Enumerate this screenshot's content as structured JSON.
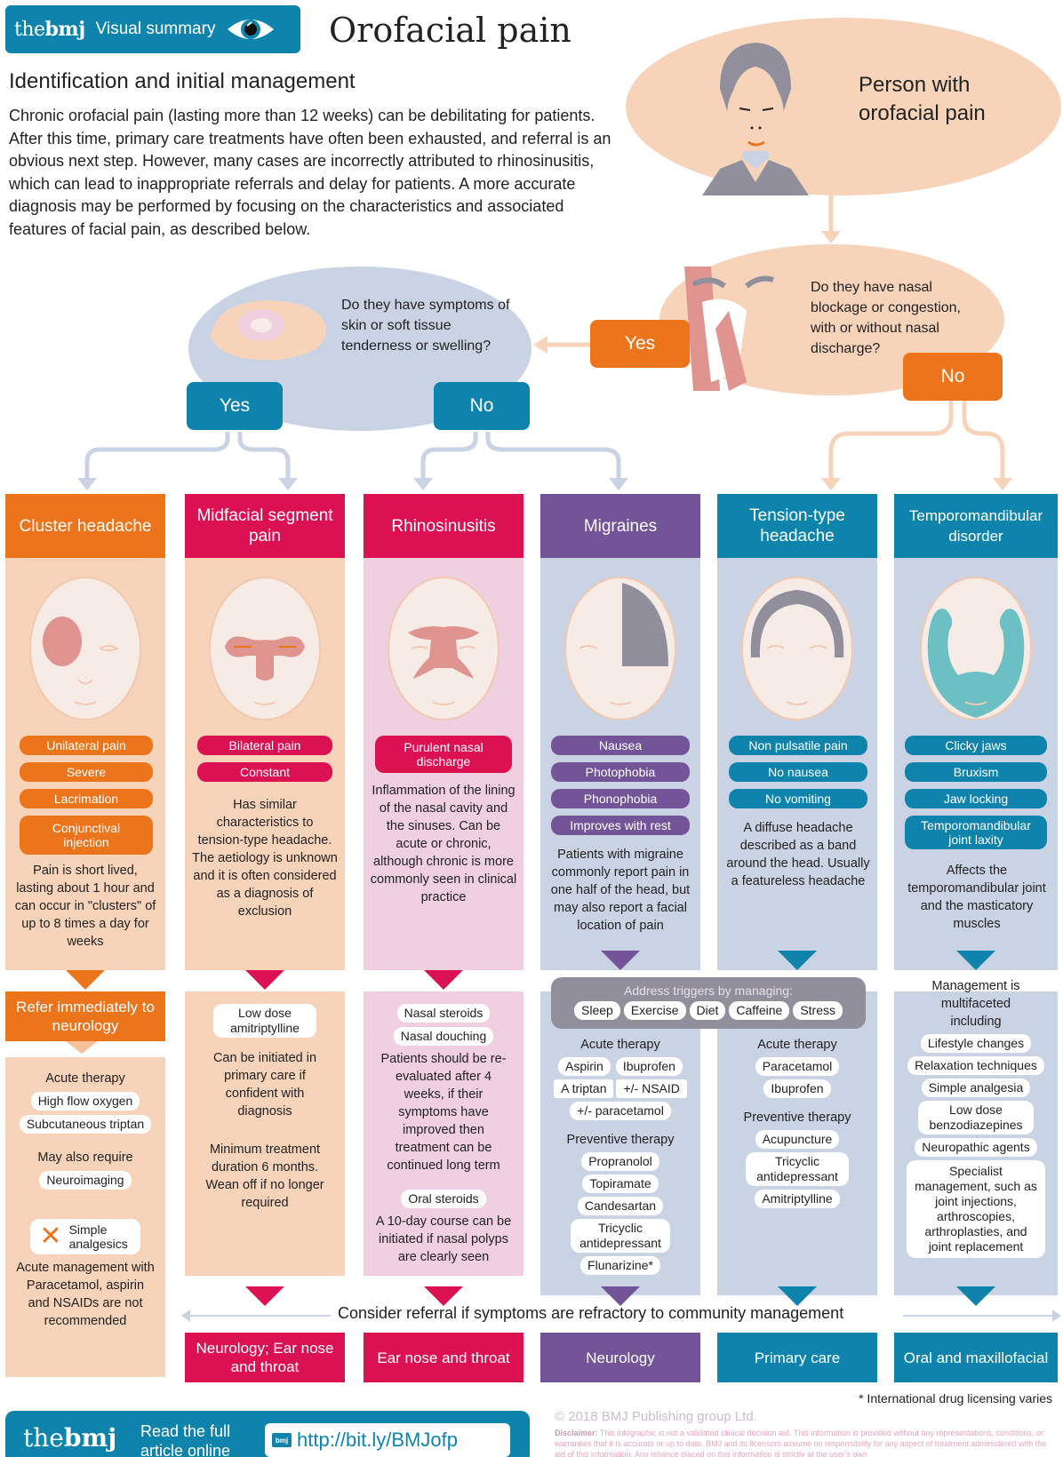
{
  "header": {
    "brand_logo_prefix": "the",
    "brand_logo_bold": "bmj",
    "brand_label": "Visual summary",
    "title": "Orofacial pain",
    "subtitle": "Identification and initial management",
    "intro": "Chronic orofacial pain (lasting more than 12 weeks) can be debilitating for patients. After this time, primary care treatments have often been exhausted, and referral is an obvious next step. However, many cases are incorrectly attributed to rhinosinusitis, which can lead to inappropriate referrals and delay for patients. A more accurate diagnosis may be performed by focusing on the characteristics and associated features of facial pain, as described below."
  },
  "flow": {
    "start": "Person with orofacial pain",
    "question1": "Do they have nasal blockage or congestion, with or without nasal discharge?",
    "question1_yes": "Yes",
    "question1_no": "No",
    "question2": "Do they have symptoms of skin or soft tissue tenderness or swelling?",
    "question2_yes": "Yes",
    "question2_no": "No"
  },
  "colors": {
    "orange": "#ec751c",
    "red": "#db1151",
    "purple": "#735499",
    "blue": "#0e84ad",
    "peach": "#f7d3ba",
    "pink": "#efcfe0",
    "grey_blue": "#c9d3e3"
  },
  "columns": [
    {
      "title": "Cluster headache",
      "features": [
        "Unilateral pain",
        "Severe",
        "Lacrimation",
        "Conjunctival injection"
      ],
      "description": "Pain is short lived, lasting about 1 hour and can occur in \"clusters\" of up to 8 times a day for weeks",
      "management": {
        "banner": "Refer immediately to neurology",
        "acute_heading": "Acute therapy",
        "acute": [
          "High flow oxygen",
          "Subcutaneous triptan"
        ],
        "also_heading": "May also require",
        "also": [
          "Neuroimaging"
        ],
        "not_recommended": "Simple analgesics",
        "note": "Acute management with Paracetamol, aspirin and NSAIDs are not recommended"
      },
      "referral": "Neurology; Ear nose and throat"
    },
    {
      "title": "Midfacial segment pain",
      "features": [
        "Bilateral pain",
        "Constant"
      ],
      "description": "Has similar characteristics to tension-type headache. The aetiology is unknown and it is often considered as a diagnosis of exclusion",
      "management": {
        "treatments": [
          "Low dose amitriptylline"
        ],
        "note1": "Can be initiated in primary care if confident with diagnosis",
        "note2": "Minimum treatment duration 6 months. Wean off if no longer required"
      },
      "referral": "Neurology; Ear nose and throat"
    },
    {
      "title": "Rhinosinusitis",
      "features": [
        "Purulent nasal discharge"
      ],
      "description": "Inflammation of the lining of the nasal cavity and the sinuses. Can be acute or chronic, although chronic is more commonly seen in clinical practice",
      "management": {
        "treatments": [
          "Nasal steroids",
          "Nasal douching"
        ],
        "note1": "Patients should be re-evaluated after 4 weeks, if their symptoms have improved then treatment can be continued long term",
        "treatments2": [
          "Oral steroids"
        ],
        "note2": "A 10-day course can be initiated if nasal polyps are clearly seen"
      },
      "referral": "Ear nose and throat"
    },
    {
      "title": "Migraines",
      "features": [
        "Nausea",
        "Photophobia",
        "Phonophobia",
        "Improves with rest"
      ],
      "description": "Patients with migraine commonly report pain in one half of the head, but may also report a facial location of pain",
      "management": {
        "acute_heading": "Acute therapy",
        "acute_row1": [
          "Aspirin",
          "Ibuprofen"
        ],
        "acute_row2": [
          "A triptan",
          "+/- NSAID"
        ],
        "acute_row3": [
          "+/- paracetamol"
        ],
        "preventive_heading": "Preventive therapy",
        "preventive": [
          "Propranolol",
          "Topiramate",
          "Candesartan",
          "Tricyclic antidepressant",
          "Flunarizine*"
        ]
      },
      "referral": "Neurology"
    },
    {
      "title": "Tension-type headache",
      "features": [
        "Non pulsatile pain",
        "No nausea",
        "No vomiting"
      ],
      "description": "A diffuse headache described as a band around the head. Usually a featureless headache",
      "management": {
        "acute_heading": "Acute therapy",
        "acute": [
          "Paracetamol",
          "Ibuprofen"
        ],
        "preventive_heading": "Preventive therapy",
        "preventive": [
          "Acupuncture",
          "Tricyclic antidepressant",
          "Amitriptylline"
        ]
      },
      "referral": "Primary care"
    },
    {
      "title": "Temporomandibular disorder",
      "features": [
        "Clicky jaws",
        "Bruxism",
        "Jaw locking",
        "Temporomandibular joint laxity"
      ],
      "description": "Affects the temporomandibular joint and the masticatory muscles",
      "management": {
        "heading": "Management is multifaceted including",
        "items": [
          "Lifestyle changes",
          "Relaxation techniques",
          "Simple analgesia",
          "Low dose benzodiazepines",
          "Neuropathic agents",
          "Specialist management, such as joint injections, arthroscopies, arthroplasties, and joint replacement"
        ]
      },
      "referral": "Oral and maxillofacial"
    }
  ],
  "triggers": {
    "heading": "Address triggers by managing:",
    "items": [
      "Sleep",
      "Exercise",
      "Diet",
      "Caffeine",
      "Stress"
    ]
  },
  "referral_banner": "Consider referral if symptoms are refractory to community management",
  "footer": {
    "logo_prefix": "the",
    "logo_bold": "bmj",
    "read_label": "Read the full article online",
    "url_badge": "bmj",
    "url": "http://bit.ly/BMJofp",
    "footnote": "* International drug licensing varies",
    "copyright": "© 2018 BMJ Publishing group Ltd.",
    "disclaimer_label": "Disclaimer:",
    "disclaimer": "This infographic is not a validated clinical decision aid. This information is provided without any representations, conditions, or warranties that it is accurate or up to date. BMJ and its licensors assume no responsibility for any aspect of treatment administered with the aid of this information. Any reliance placed on this information is strictly at the user's own"
  }
}
